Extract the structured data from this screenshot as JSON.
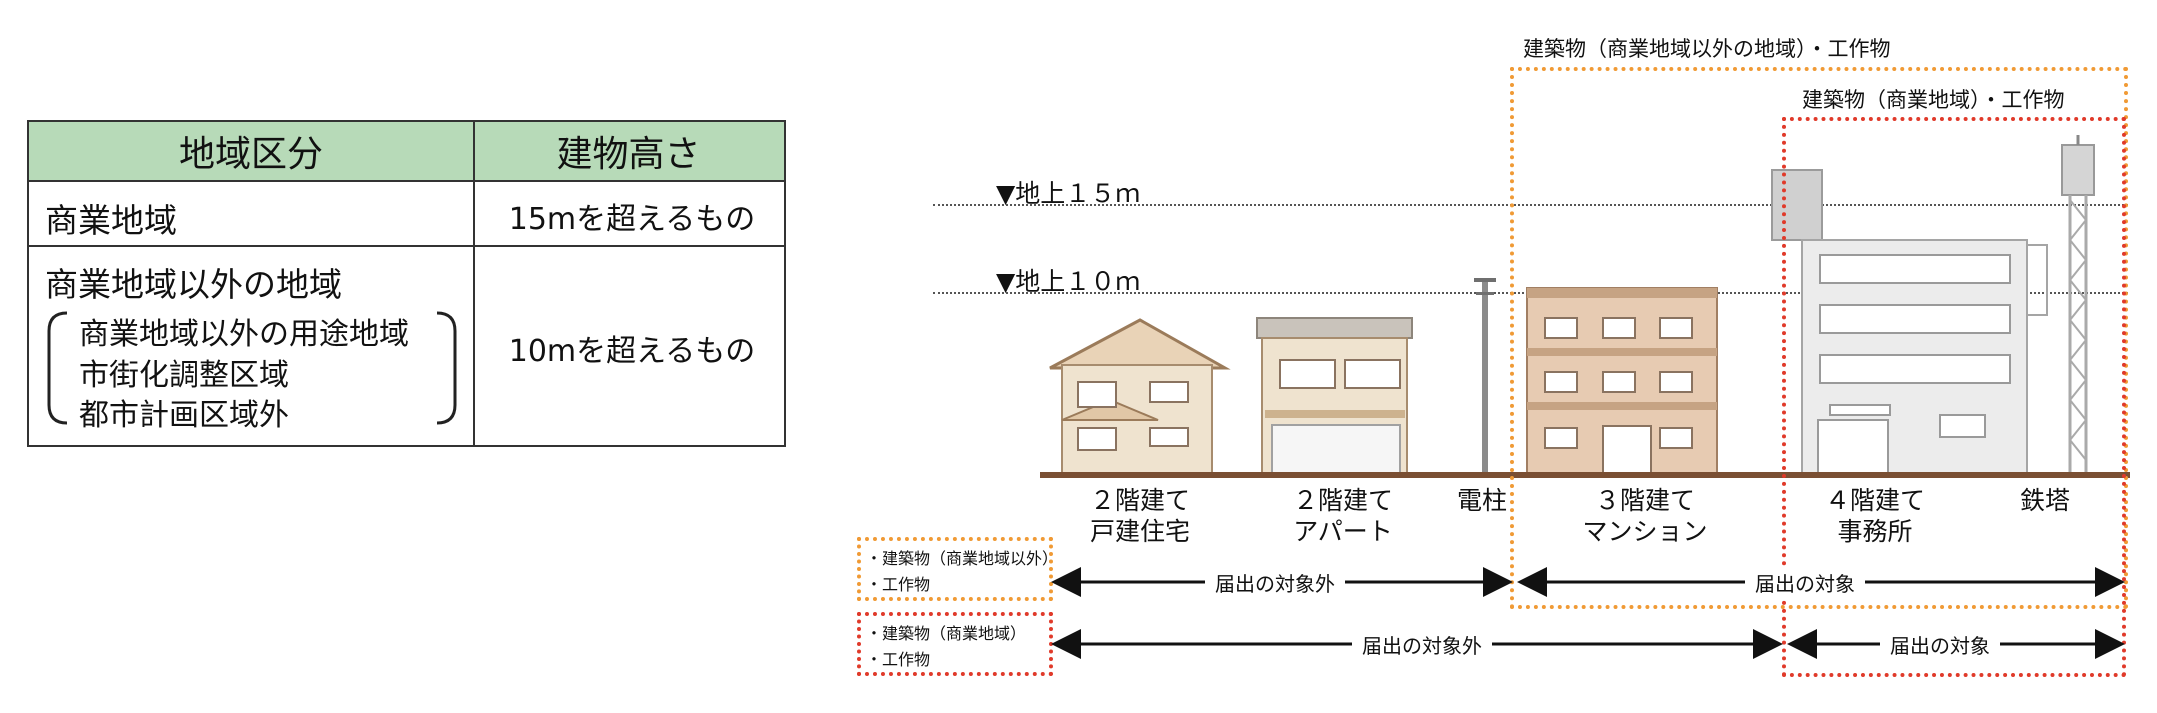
{
  "table": {
    "headers": [
      "地域区分",
      "建物高さ"
    ],
    "rows": [
      {
        "area": "商業地域",
        "height": "15mを超えるもの"
      },
      {
        "area": "商業地域以外の地域",
        "sub": [
          "商業地域以外の用途地域",
          "市街化調整区域",
          "都市計画区域外"
        ],
        "height": "10mを超えるもの"
      }
    ],
    "colors": {
      "header_bg": "#b7dab8",
      "border": "#333333"
    }
  },
  "diagram": {
    "levels": [
      {
        "label": "▼地上１５ｍ",
        "height_m": 15
      },
      {
        "label": "▼地上１０ｍ",
        "height_m": 10
      }
    ],
    "buildings": [
      {
        "id": "house",
        "caption": [
          "２階建て",
          "戸建住宅"
        ]
      },
      {
        "id": "apartment",
        "caption": [
          "２階建て",
          "アパート"
        ]
      },
      {
        "id": "pole",
        "caption": [
          "電柱"
        ]
      },
      {
        "id": "mansion",
        "caption": [
          "３階建て",
          "マンション"
        ]
      },
      {
        "id": "office",
        "caption": [
          "４階建て",
          "事務所"
        ]
      },
      {
        "id": "tower",
        "caption": [
          "鉄塔"
        ]
      }
    ],
    "zones": [
      {
        "id": "non-commercial",
        "title": "建築物（商業地域以外の地域）・工作物",
        "legend": [
          "・建築物（商業地域以外）",
          "・工作物"
        ],
        "out_label": "届出の対象外",
        "in_label": "届出の対象",
        "color": "#f09a35"
      },
      {
        "id": "commercial",
        "title": "建築物（商業地域）・工作物",
        "legend": [
          "・建築物（商業地域）",
          "・工作物"
        ],
        "out_label": "届出の対象外",
        "in_label": "届出の対象",
        "color": "#e03a2a"
      }
    ]
  }
}
